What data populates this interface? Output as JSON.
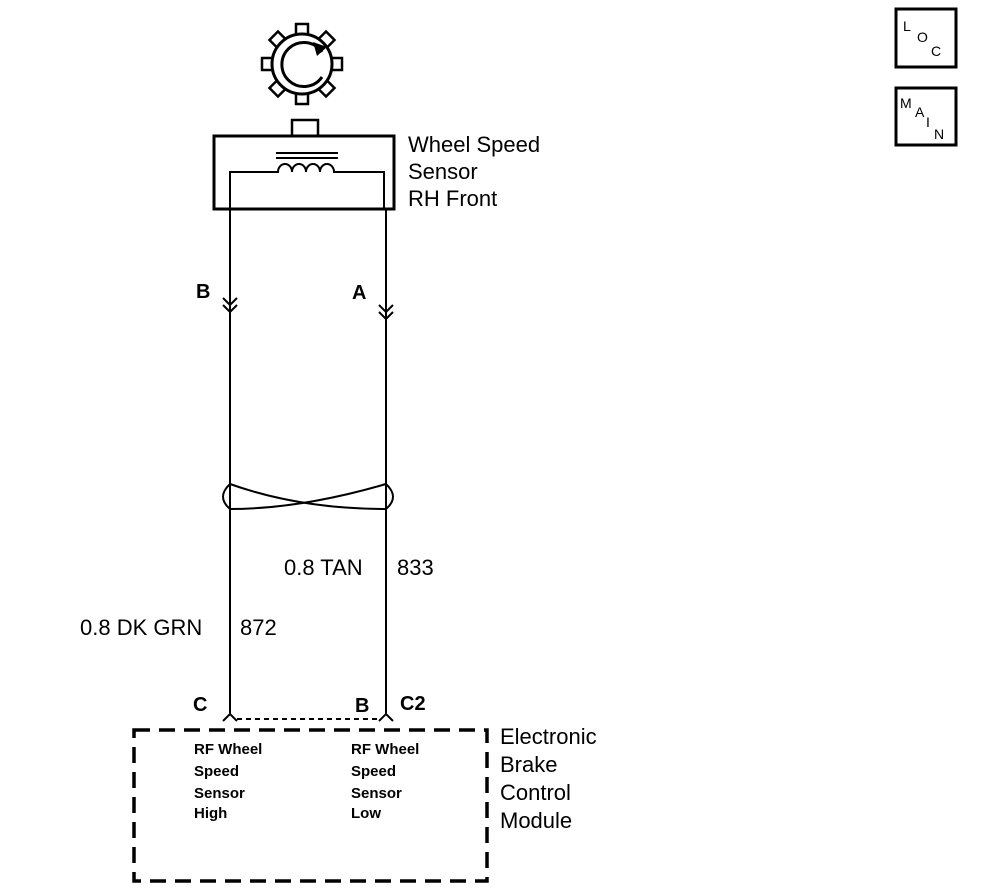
{
  "nav_buttons": {
    "loc": [
      "L",
      "O",
      "C"
    ],
    "main": [
      "M",
      "A",
      "I",
      "N"
    ]
  },
  "sensor": {
    "label_lines": [
      "Wheel Speed",
      "Sensor",
      "RH Front"
    ],
    "terminal_left": "B",
    "terminal_right": "A"
  },
  "wires": {
    "left": {
      "size_color": "0.8 DK GRN",
      "circuit": "872"
    },
    "right": {
      "size_color": "0.8 TAN",
      "circuit": "833"
    }
  },
  "module": {
    "connector": "C2",
    "terminal_left": "C",
    "terminal_right": "B",
    "label_lines": [
      "Electronic",
      "Brake",
      "Control",
      "Module"
    ],
    "pin_left_lines": [
      "RF Wheel",
      "Speed",
      "Sensor",
      "High"
    ],
    "pin_right_lines": [
      "RF Wheel",
      "Speed",
      "Sensor",
      "Low"
    ]
  }
}
